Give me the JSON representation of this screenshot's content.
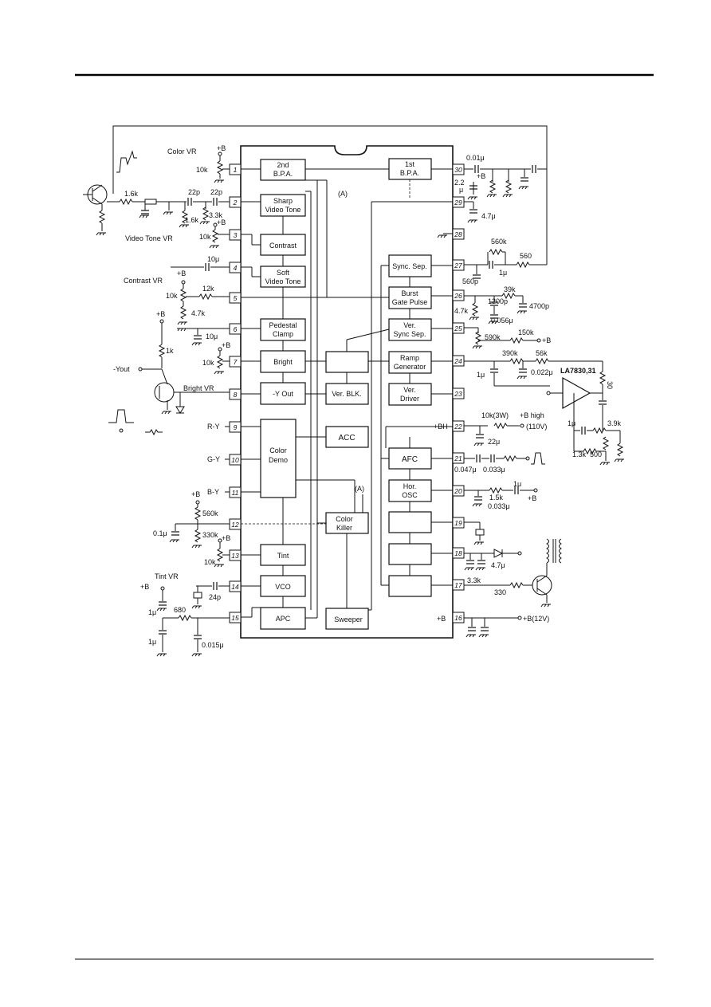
{
  "blocks": {
    "bpa2": [
      "2nd",
      "B.P.A."
    ],
    "bpa1": [
      "1st",
      "B.P.A."
    ],
    "sharp": [
      "Sharp",
      "Video Tone"
    ],
    "contrast": [
      "Contrast"
    ],
    "soft": [
      "Soft",
      "Video Tone"
    ],
    "pedestal": [
      "Pedestal",
      "Clamp"
    ],
    "bright": [
      "Bright"
    ],
    "yout": [
      "-Y  Out"
    ],
    "verblk": [
      "Ver. BLK."
    ],
    "colordemo": [
      "Color",
      "Demo"
    ],
    "acc": [
      "ACC"
    ],
    "colorkiller": [
      "Color",
      "Killer"
    ],
    "tint": [
      "Tint"
    ],
    "vco": [
      "VCO"
    ],
    "apc_chroma": [
      "APC"
    ],
    "sweeper": [
      "Sweeper"
    ],
    "syncsep": [
      "Sync. Sep."
    ],
    "burst": [
      "Burst",
      "Gate Pulse"
    ],
    "versync": [
      "Ver.",
      "Sync Sep."
    ],
    "ramp": [
      "Ramp",
      "Generator"
    ],
    "verdriver": [
      "Ver.",
      "Driver"
    ],
    "afc": [
      "AFC"
    ],
    "horosc": [
      "Hor.",
      "OSC"
    ],
    "ic": [
      "LA7830,31"
    ]
  },
  "pins": [
    "1",
    "2",
    "3",
    "4",
    "5",
    "6",
    "7",
    "8",
    "9",
    "10",
    "11",
    "12",
    "13",
    "14",
    "15",
    "16",
    "17",
    "18",
    "19",
    "20",
    "21",
    "22",
    "23",
    "24",
    "25",
    "26",
    "27",
    "28",
    "29",
    "30"
  ],
  "labels": {
    "color_vr": "Color VR",
    "video_tone_vr": "Video Tone  VR",
    "contrast_vr": "Contrast VR",
    "bright_vr": "Bright VR",
    "tint_vr": "Tint VR",
    "y_out": "-Yout",
    "r_y": "R-Y",
    "g_y": "G-Y",
    "b_y": "B-Y",
    "marker_a": "(A)",
    "plus_b": "+B",
    "plus_b_h": "+B",
    "plus_b_h_sub": "H",
    "b_high": "+B high",
    "b_high_v": "(110V)",
    "b_12v": "+B(12V)",
    "bh": "+BH"
  },
  "components": {
    "r_1k6": "1.6k",
    "c_22p_a": "22p",
    "c_22p_b": "22p",
    "r_1k6b": "1.6k",
    "r_3k3": "3.3k",
    "r_10k_color": "10k",
    "r_10k_vt": "10k",
    "c_10u_contrast": "10μ",
    "r_10k_contrast": "10k",
    "r_12k": "12k",
    "r_4k7": "4.7k",
    "c_10u_ped": "10μ",
    "r_10k_bright": "10k",
    "r_1k": "1k",
    "c_01u": "0.1μ",
    "r_560k": "560k",
    "r_330k": "330k",
    "r_10k_tint": "10k",
    "c_24p": "24p",
    "c_1u_tint": "1μ",
    "r_680": "680",
    "c_1u_b": "1μ",
    "c_0015u": "0.015μ",
    "c_001u": "0.01μ",
    "c_22u": "2.2",
    "c_22u_mu": "μ",
    "c_47u_29": "4.7μ",
    "r_560k_sync": "560k",
    "r_560": "560",
    "c_1u_sync": "1μ",
    "c_560p": "560p",
    "r_39k": "39k",
    "c_1200p": "1200p",
    "c_4700p": "4700p",
    "r_4k7_burst": "4.7k",
    "c_0056u": "0.056μ",
    "r_590k": "590k",
    "r_150k": "150k",
    "r_390k": "390k",
    "r_56k": "56k",
    "c_1u_ramp": "1μ",
    "c_0022u": "0.022μ",
    "r_10k_3w": "10k(3W)",
    "c_22u_b": "22μ",
    "c_0047u": "0.047μ",
    "c_0033u": "0.033μ",
    "r_1k5": "1.5k",
    "c_0033u_b": "0.033μ",
    "c_1u_osc": "1μ",
    "c_1u_ic": "1μ",
    "r_3k9": "3.9k",
    "r_1k3": "1.3k",
    "r_500": "500",
    "c_47u_18": "4.7μ",
    "r_3k3_17": "3.3k",
    "r_330": "330",
    "r_30": "30"
  }
}
